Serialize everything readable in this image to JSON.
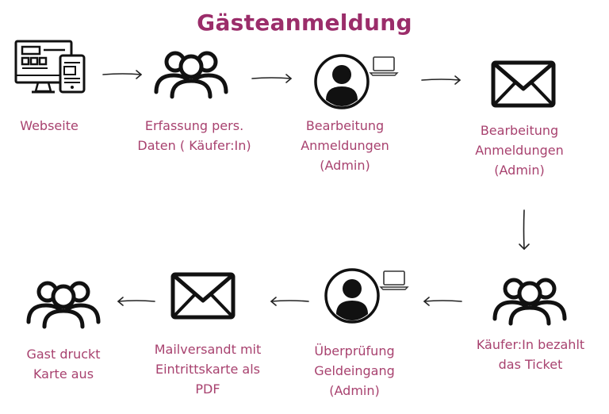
{
  "title": "Gästeanmeldung",
  "colors": {
    "title": "#9b2d6a",
    "label": "#a8426f",
    "icon": "#111111",
    "arrow": "#222222"
  },
  "nodes": [
    {
      "icon": "devices-icon",
      "label": "Webseite"
    },
    {
      "icon": "group-icon",
      "label": "Erfassung pers.\nDaten ( Käufer:In)"
    },
    {
      "icon": "admin-avatar-icon",
      "label": "Bearbeitung\nAnmeldungen\n(Admin)"
    },
    {
      "icon": "envelope-icon",
      "label": "Bearbeitung\nAnmeldungen\n(Admin)"
    },
    {
      "icon": "group-icon",
      "label": "Käufer:In bezahlt\ndas Ticket"
    },
    {
      "icon": "admin-avatar-icon",
      "label": "Überprüfung\nGeldeingang\n(Admin)"
    },
    {
      "icon": "envelope-icon",
      "label": "Mailversandt mit\nEintrittskarte als\nPDF"
    },
    {
      "icon": "group-icon",
      "label": "Gast druckt\nKarte aus"
    }
  ]
}
